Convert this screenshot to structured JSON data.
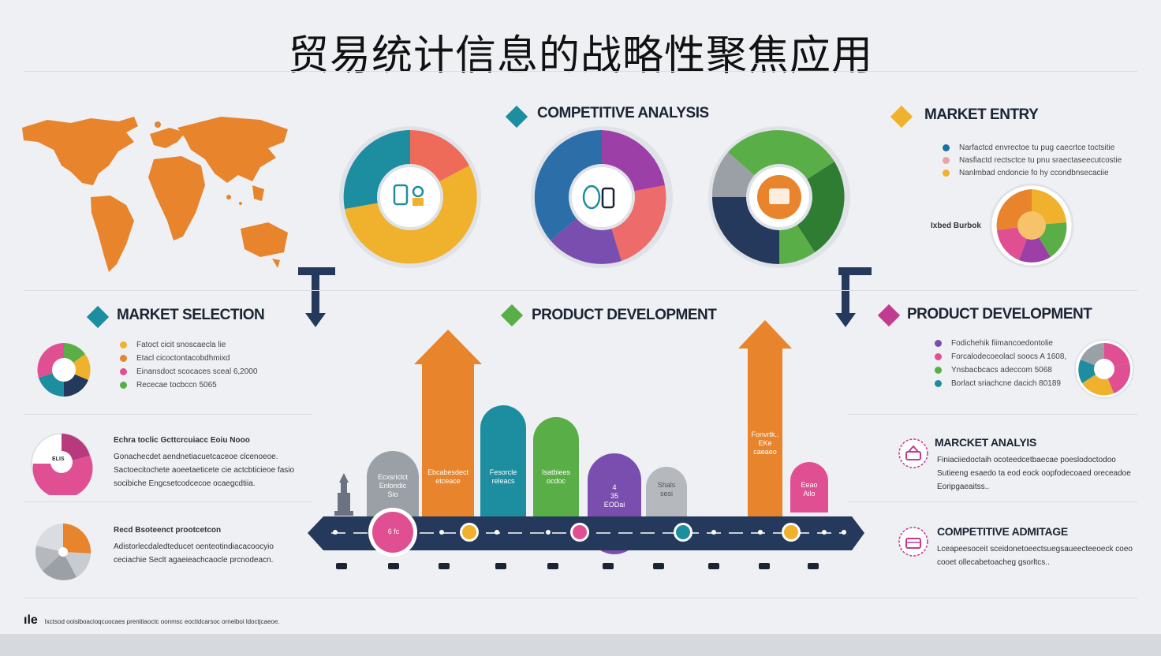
{
  "title": "贸易统计信息的战略性聚焦应用",
  "colors": {
    "orange": "#e8842c",
    "teal": "#1c8ea0",
    "green": "#5aae47",
    "purple": "#7a4eae",
    "pink": "#e04f92",
    "yellow": "#f0b12c",
    "navy": "#24395c",
    "gray": "#9aa0a6"
  },
  "sections": {
    "competitive_analysis": {
      "label": "COMPETITIVE ANALYSIS"
    },
    "market_entry": {
      "label": "MARKET ENTRY",
      "legend": [
        "Narfactcd envrectoe tu pug caecrtce toctsitie",
        "Nasfiactd rectsctce tu pnu sraectaseecutcostie",
        "Nanlmbad cndoncie fo hy ccondbnsecaciie"
      ],
      "pie_label": "Ixbed Burbok"
    },
    "market_selection": {
      "label": "MARKET SELECTION",
      "legend": [
        "Fatoct cicit snoscaecla lie",
        "Etacl cicoctontacobdhmixd",
        "Einansdoct scocaces sceal 6,2000",
        "Rececae tocbccn 5065"
      ]
    },
    "product_development_center": {
      "label": "PRODUCT DEVELOPMENT"
    },
    "product_development_right": {
      "label": "PRODUCT DEVELOPMENT",
      "legend": [
        "Fodichehik fiimancoedontolie",
        "Forcalodecoeolacl soocs A 1608,",
        "Ynsbacbcacs adeccom 5068",
        "Borlact sriachcne dacich 80189"
      ]
    },
    "left_block_1": {
      "pie_label": "ELIS",
      "title": "Echra toclic Gcttcrcuiacc Eoiu Nooo",
      "lines": [
        "Gonachecdet aendnetiacuetcaceoe clcenoeoe.",
        "Sactoecitochete aoeetaeticete cie actcbticieoe fasio",
        "socibiche Engcsetcodcecoe ocaegcdtiia."
      ]
    },
    "left_block_2": {
      "title": "Recd Bsoteenct prootcetcon",
      "lines": [
        "Adistorlecdaledteducet oenteotindiacacoocyio",
        "ceciachie Seclt agaeieachcaocle prcnodeacn."
      ]
    },
    "market_analysis": {
      "label": "MARCKET ANALYIS",
      "lines": [
        "Finiaciiedoctaih ocoteedcetbaecae poeslodoctodoo",
        "Sutieeng esaedo ta eod eock oopfodecoaed oreceadoe",
        "Eoripgaeaitss.."
      ]
    },
    "competitive_advantage": {
      "label": "COMPETITIVE ADMITAGE",
      "lines": [
        "Lceapeesoceit sceidonetoeectsuegsaueecteeoeck coeo",
        "cooet ollecabetoacheg gsorltcs.."
      ]
    }
  },
  "timeline": {
    "bars": [
      {
        "label": "Ecxsriclct\nEnlondic\nSio",
        "level": 0.42
      },
      {
        "label": "Ebcabesdect\netceace",
        "level": 1.0
      },
      {
        "label": "Fesorcle\nreleacs",
        "level": 0.63
      },
      {
        "label": "Isatbiees\nocdoc",
        "level": 0.55
      },
      {
        "label": "4\n35\nEODai",
        "level": 0.58
      },
      {
        "label": "Shals\nsesi",
        "level": 0.31
      },
      {
        "label": "Fonvrtk..\nEKe\ncaeaeo",
        "level": 1.0
      },
      {
        "label": "Eeao\nAilo",
        "level": 0.3
      }
    ],
    "start_marker": "6 fc"
  },
  "footer": {
    "logo": "ıle",
    "text": "Ixctsod ooisiboacioqcuocaes prenitiaoctc oonmsc eoctidcarsoc orneiboi ldoctjcaeoe."
  }
}
